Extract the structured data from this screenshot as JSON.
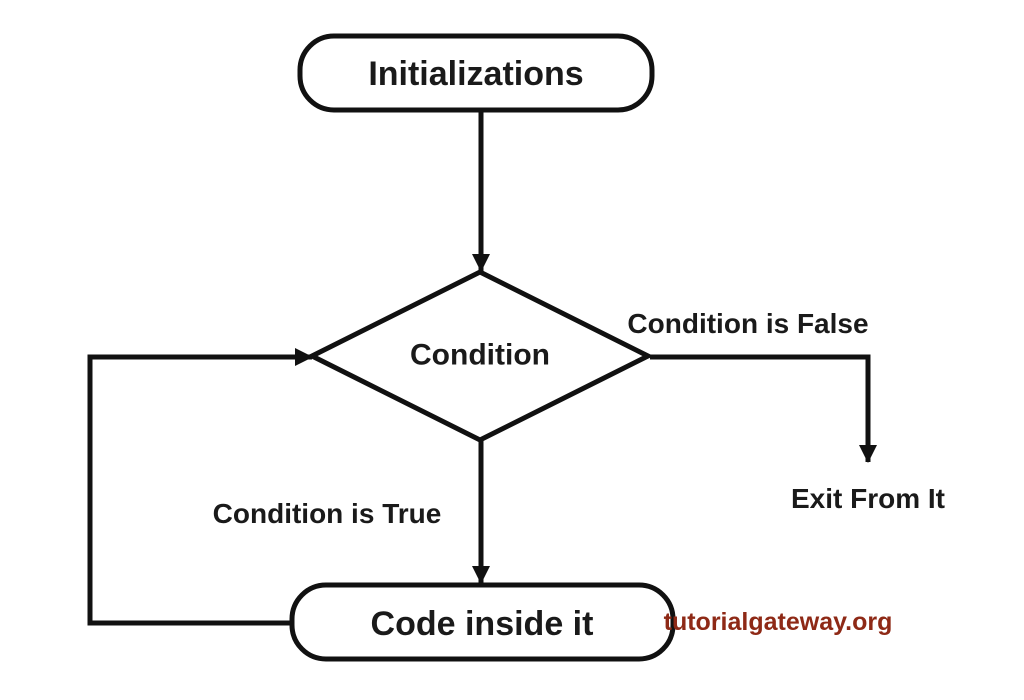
{
  "diagram": {
    "nodes": {
      "start": {
        "label": "Initializations",
        "shape": "rounded-rectangle"
      },
      "condition": {
        "label": "Condition",
        "shape": "diamond"
      },
      "body": {
        "label": "Code inside it",
        "shape": "rounded-rectangle"
      },
      "exit": {
        "label": "Exit From It",
        "shape": "text"
      }
    },
    "edges": {
      "false_branch_label": "Condition is False",
      "true_branch_label": "Condition is True"
    },
    "watermark": {
      "text": "tutorialgateway.org",
      "color": "#8e2916"
    },
    "colors": {
      "stroke": "#111111",
      "text": "#1a1a1a",
      "background": "#ffffff"
    }
  }
}
